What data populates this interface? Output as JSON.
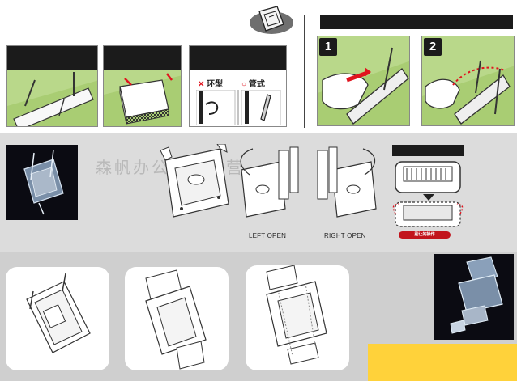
{
  "steps": [
    {
      "number": "1"
    },
    {
      "number": "2"
    }
  ],
  "binding_types": {
    "ring": {
      "mark": "✕",
      "label": "环型"
    },
    "tube": {
      "mark": "○",
      "label": "管式"
    }
  },
  "captions": {
    "left_open": "LEFT OPEN",
    "right_open": "RIGHT OPEN"
  },
  "warning_strip": "别让的操作",
  "watermark": "森帆办公用品专营",
  "colors": {
    "panel_green": "#b9d88a",
    "header_black": "#1b1b1b",
    "accent_red": "#e0141e",
    "highlight_yellow": "#ffd23a"
  }
}
